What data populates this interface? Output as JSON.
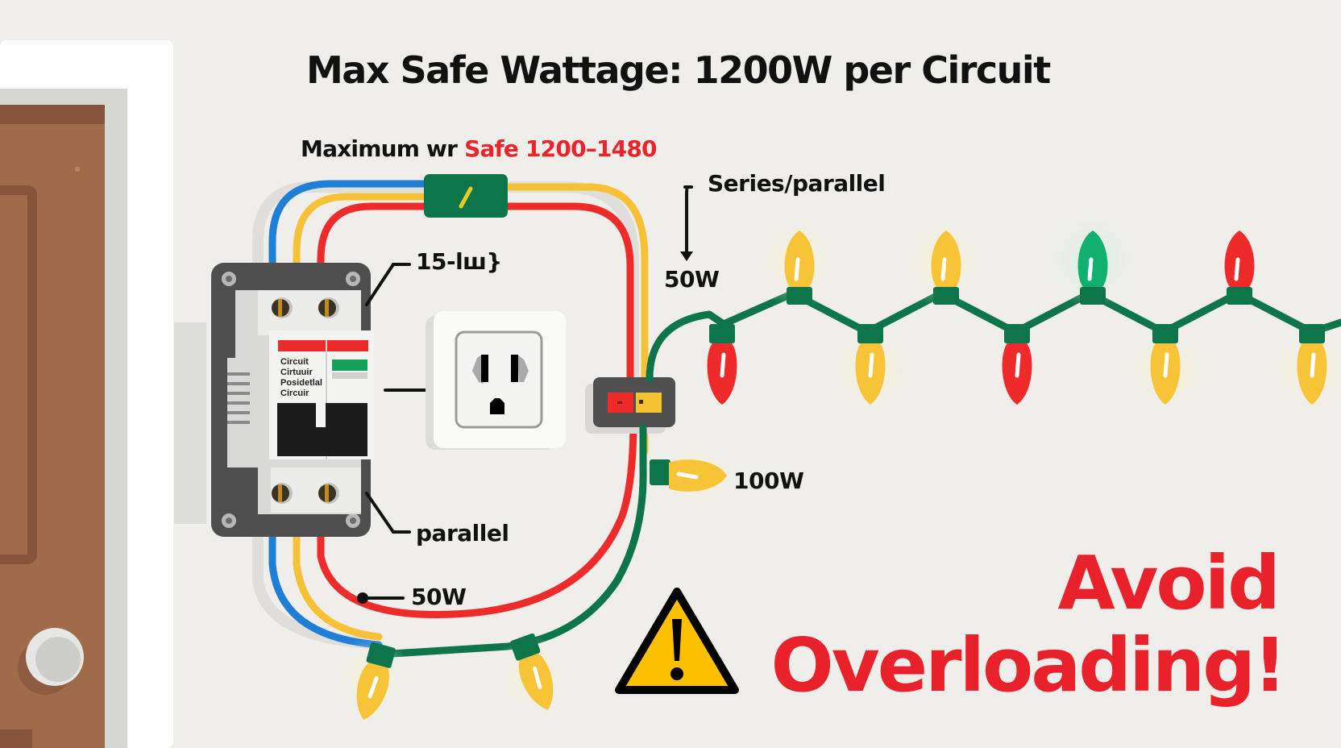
{
  "title": "Max Safe Wattage: 1200W per Circuit",
  "subtitle": {
    "prefix": "Maximum wr ",
    "highlight": "Safe 1200–1480"
  },
  "labels": {
    "breaker_rating": "15-lꟺ}",
    "series_parallel": "Series/parallel",
    "top_wattage": "50W",
    "side_wattage": "100W",
    "parallel": "parallel",
    "bottom_wattage": "50W"
  },
  "breaker": {
    "text_lines": [
      "Circuit",
      "Cirtuuir",
      "Posidetlal",
      "Circuir"
    ]
  },
  "warning": {
    "line1": "Avoid",
    "line2": "Overloading!",
    "icon": "warning-triangle-icon"
  },
  "colors": {
    "background": "#efeeea",
    "wire_blue": "#1f7fd6",
    "wire_yellow": "#f7c137",
    "wire_red": "#ed2b2b",
    "wire_green": "#0d7a4f",
    "bulb_red": "#ee2a2a",
    "bulb_yellow": "#f7c437",
    "bulb_green": "#12b06e",
    "door_brown": "#9e6a4a",
    "warning_red": "#e8212a",
    "warning_yellow": "#fdc000"
  },
  "string_lights": {
    "top_row": [
      "yellow",
      "yellow",
      "green",
      "red"
    ],
    "bottom_row": [
      "red",
      "yellow",
      "red",
      "yellow",
      "yellow"
    ]
  }
}
